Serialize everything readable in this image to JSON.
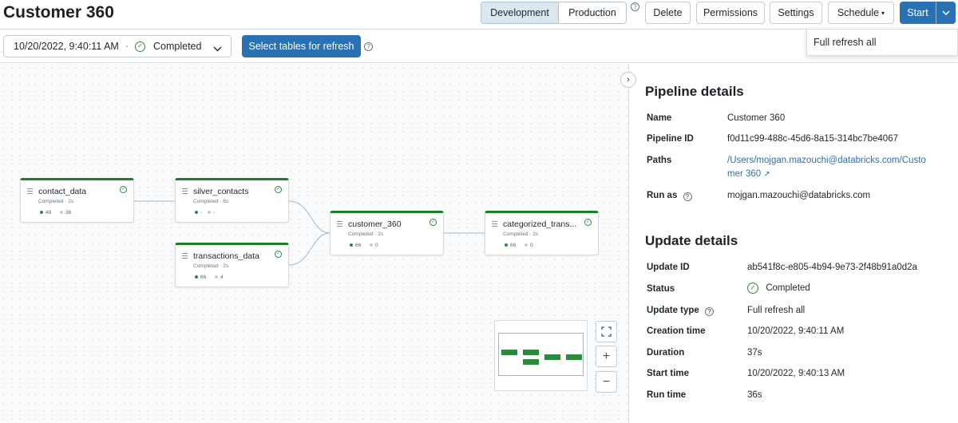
{
  "header": {
    "title": "Customer 360",
    "modes": [
      "Development",
      "Production"
    ],
    "buttons": {
      "delete": "Delete",
      "permissions": "Permissions",
      "settings": "Settings",
      "schedule": "Schedule",
      "start": "Start"
    },
    "dropdown_item": "Full refresh all"
  },
  "toolbar": {
    "run_timestamp": "10/20/2022, 9:40:11 AM",
    "run_separator": "·",
    "run_status": "Completed",
    "refresh_button": "Select tables for refresh"
  },
  "graph": {
    "nodes": [
      {
        "name": "contact_data",
        "status": "Completed · 2s",
        "metric_a": "48",
        "metric_b": "36"
      },
      {
        "name": "silver_contacts",
        "status": "Completed · 6s",
        "metric_a": "-",
        "metric_b": "-"
      },
      {
        "name": "transactions_data",
        "status": "Completed · 2s",
        "metric_a": "66",
        "metric_b": "4"
      },
      {
        "name": "customer_360",
        "status": "Completed · 2s",
        "metric_a": "66",
        "metric_b": "0"
      },
      {
        "name": "categorized_trans...",
        "status": "Completed · 2s",
        "metric_a": "66",
        "metric_b": "0"
      }
    ],
    "colors": {
      "success": "#1d7f2a",
      "accent": "#2a71b3"
    }
  },
  "pipeline": {
    "heading": "Pipeline details",
    "name_label": "Name",
    "name": "Customer 360",
    "id_label": "Pipeline ID",
    "id": "f0d11c99-488c-45d6-8a15-314bc7be4067",
    "paths_label": "Paths",
    "paths_line1": "/Users/mojgan.mazouchi@databricks.com/Custo",
    "paths_line2": "mer 360",
    "runas_label": "Run as",
    "runas": "mojgan.mazouchi@databricks.com"
  },
  "update": {
    "heading": "Update details",
    "id_label": "Update ID",
    "id": "ab541f8c-e805-4b94-9e73-2f48b91a0d2a",
    "status_label": "Status",
    "status": "Completed",
    "type_label": "Update type",
    "type": "Full refresh all",
    "creation_label": "Creation time",
    "creation": "10/20/2022, 9:40:11 AM",
    "duration_label": "Duration",
    "duration": "37s",
    "start_label": "Start time",
    "start": "10/20/2022, 9:40:13 AM",
    "runtime_label": "Run time",
    "runtime": "36s"
  }
}
